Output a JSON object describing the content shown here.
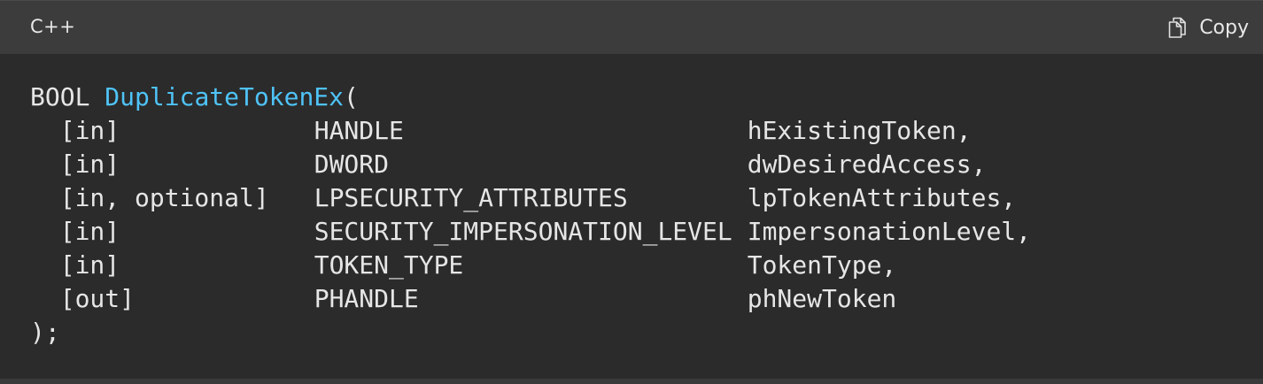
{
  "header": {
    "language": "C++",
    "copy_label": "Copy"
  },
  "icons": {
    "copy": "copy-icon"
  },
  "colors": {
    "header_bg": "#3c3c3c",
    "body_bg": "#2b2b2b",
    "text": "#e6e6e6",
    "function_name": "#4fc3f7"
  },
  "code": {
    "return_type": "BOOL ",
    "function_name": "DuplicateTokenEx",
    "open_paren": "(",
    "params": [
      {
        "attr": "[in]",
        "type": "HANDLE",
        "name": "hExistingToken,"
      },
      {
        "attr": "[in]",
        "type": "DWORD",
        "name": "dwDesiredAccess,"
      },
      {
        "attr": "[in, optional]",
        "type": "LPSECURITY_ATTRIBUTES",
        "name": "lpTokenAttributes,"
      },
      {
        "attr": "[in]",
        "type": "SECURITY_IMPERSONATION_LEVEL",
        "name": "ImpersonationLevel,"
      },
      {
        "attr": "[in]",
        "type": "TOKEN_TYPE",
        "name": "TokenType,"
      },
      {
        "attr": "[out]",
        "type": "PHANDLE",
        "name": "phNewToken"
      }
    ],
    "closing": ");"
  }
}
